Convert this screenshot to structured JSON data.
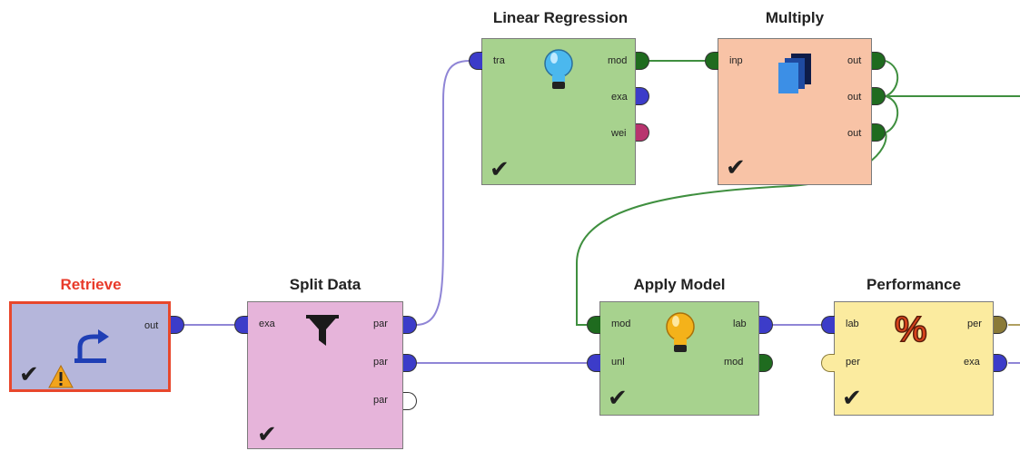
{
  "operators": {
    "retrieve": {
      "title": "Retrieve",
      "color": "#b5b6db",
      "icon": "retrieve-arrow-icon",
      "status": "ok-with-warning",
      "ports_out": [
        "out"
      ]
    },
    "split_data": {
      "title": "Split Data",
      "color": "#e6b4da",
      "icon": "filter-funnel-icon",
      "status": "ok",
      "ports_in": [
        "exa"
      ],
      "ports_out": [
        "par",
        "par",
        "par"
      ]
    },
    "linear_regression": {
      "title": "Linear Regression",
      "color": "#a7d28e",
      "icon": "lightbulb-blue-icon",
      "status": "ok",
      "ports_in": [
        "tra"
      ],
      "ports_out": [
        "mod",
        "exa",
        "wei"
      ]
    },
    "multiply": {
      "title": "Multiply",
      "color": "#f8c3a6",
      "icon": "multiply-copies-icon",
      "status": "ok",
      "ports_in": [
        "inp"
      ],
      "ports_out": [
        "out",
        "out",
        "out"
      ]
    },
    "apply_model": {
      "title": "Apply Model",
      "color": "#a7d28e",
      "icon": "lightbulb-yellow-icon",
      "status": "ok",
      "ports_in": [
        "mod",
        "unl"
      ],
      "ports_out": [
        "lab",
        "mod"
      ]
    },
    "performance": {
      "title": "Performance",
      "color": "#fbeb9f",
      "icon": "percent-icon",
      "status": "ok",
      "ports_in": [
        "lab",
        "per"
      ],
      "ports_out": [
        "per",
        "exa"
      ]
    }
  },
  "port_colors": {
    "example_set": "#3c3cc9",
    "model": "#1f6b1f",
    "weights": "#b8346e",
    "performance_vector": "#8a7a38",
    "unconnected": "#ffffff"
  },
  "wire_colors": {
    "data": "#8f85d6",
    "model": "#3f8f3f"
  }
}
